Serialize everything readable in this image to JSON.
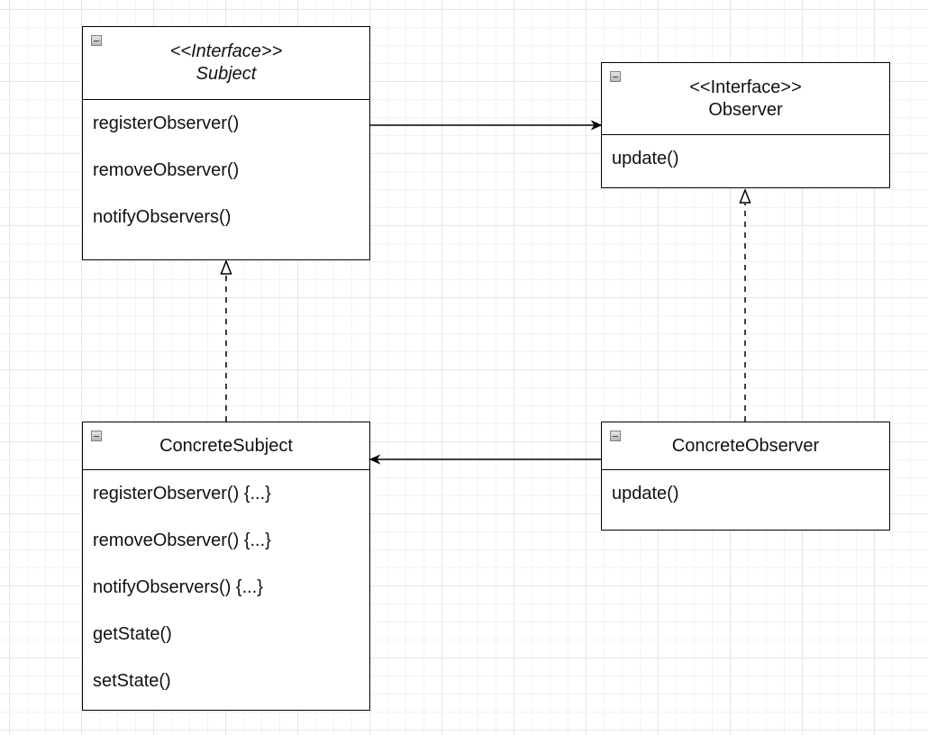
{
  "classes": {
    "subject": {
      "stereotype": "<<Interface>>",
      "name": "Subject",
      "methods": [
        "registerObserver()",
        "removeObserver()",
        "notifyObservers()"
      ]
    },
    "observer": {
      "stereotype": "<<Interface>>",
      "name": "Observer",
      "methods": [
        "update()"
      ]
    },
    "concrete_subject": {
      "name": "ConcreteSubject",
      "methods": [
        "registerObserver() {...}",
        "removeObserver() {...}",
        "notifyObservers() {...}",
        "getState()",
        "setState()"
      ]
    },
    "concrete_observer": {
      "name": "ConcreteObserver",
      "methods": [
        "update()"
      ]
    }
  },
  "relationships": [
    {
      "from": "Subject",
      "to": "Observer",
      "type": "association"
    },
    {
      "from": "ConcreteSubject",
      "to": "Subject",
      "type": "realization"
    },
    {
      "from": "ConcreteObserver",
      "to": "Observer",
      "type": "realization"
    },
    {
      "from": "ConcreteObserver",
      "to": "ConcreteSubject",
      "type": "association"
    }
  ]
}
